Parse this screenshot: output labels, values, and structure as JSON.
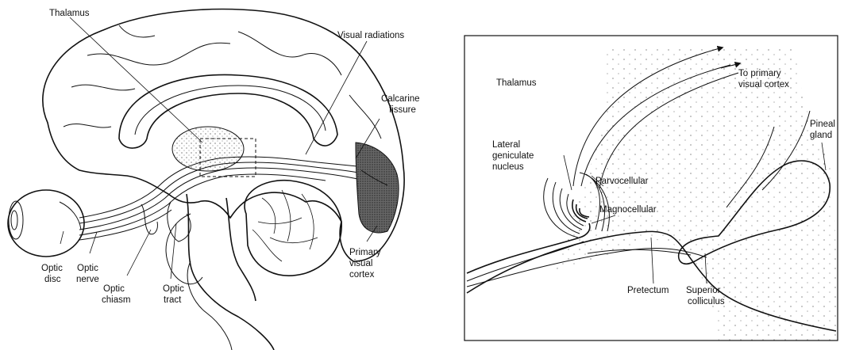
{
  "left_panel": {
    "labels": {
      "thalamus": "Thalamus",
      "visual_radiations": "Visual radiations",
      "calcarine_1": "Calcarine",
      "calcarine_2": "fissure",
      "optic_disc_1": "Optic",
      "optic_disc_2": "disc",
      "optic_nerve_1": "Optic",
      "optic_nerve_2": "nerve",
      "optic_chiasm_1": "Optic",
      "optic_chiasm_2": "chiasm",
      "optic_tract_1": "Optic",
      "optic_tract_2": "tract",
      "pvc_1": "Primary",
      "pvc_2": "visual",
      "pvc_3": "cortex"
    }
  },
  "right_panel": {
    "labels": {
      "thalamus": "Thalamus",
      "to_cortex_1": "To primary",
      "to_cortex_2": "visual cortex",
      "pineal_1": "Pineal",
      "pineal_2": "gland",
      "lgn_1": "Lateral",
      "lgn_2": "geniculate",
      "lgn_3": "nucleus",
      "parvo": "Parvocellular",
      "magno": "Magnocellular",
      "pretectum": "Pretectum",
      "superior_1": "Superior",
      "superior_2": "colliculus"
    }
  }
}
